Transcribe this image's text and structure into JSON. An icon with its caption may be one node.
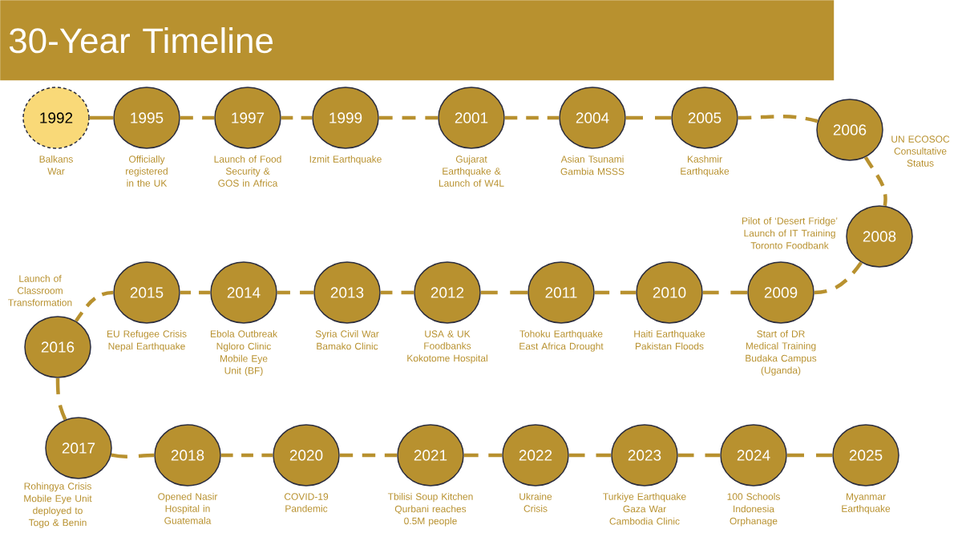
{
  "diagram": {
    "title": "30-Year Timeline",
    "nodes": [
      {
        "text": [
          "1992"
        ],
        "beside": [
          "Balkans War"
        ]
      },
      {
        "text": [
          "1995"
        ],
        "beside": [
          "Officially registered in the UK"
        ]
      },
      {
        "text": [
          "1997"
        ],
        "beside": [
          "Launch of Food Security & GOS in Africa"
        ]
      },
      {
        "text": [
          "1999"
        ],
        "beside": [
          "Izmit Earthquake"
        ]
      },
      {
        "text": [
          "2001"
        ],
        "beside": [
          "Gujarat Earthquake & Launch of W4L"
        ]
      },
      {
        "text": [
          "2004"
        ],
        "beside": [
          "Asian Tsunami",
          "Gambia MSSS"
        ]
      },
      {
        "text": [
          "2005"
        ],
        "beside": [
          "Kashmir Earthquake"
        ]
      },
      {
        "text": [
          "2006"
        ],
        "beside": [
          "UN ECOSOC Consultative Status"
        ]
      },
      {
        "text": [
          "2008"
        ],
        "beside": [
          "Pilot of ‘Desert Fridge’",
          "Launch of IT Training",
          "Toronto Foodbank"
        ]
      },
      {
        "text": [
          "2009"
        ],
        "beside": [
          "Start of DR Medical Training",
          "Budaka Campus (Uganda)"
        ]
      },
      {
        "text": [
          "2010"
        ],
        "beside": [
          "Haiti Earthquake",
          "Pakistan Floods"
        ]
      },
      {
        "text": [
          "2011"
        ],
        "beside": [
          "Tohoku Earthquake",
          "East Africa Drought"
        ]
      },
      {
        "text": [
          "2012"
        ],
        "beside": [
          "USA & UK Foodbanks",
          "Kokotome Hospital"
        ]
      },
      {
        "text": [
          "2013"
        ],
        "beside": [
          "Syria Civil War",
          "Bamako Clinic"
        ]
      },
      {
        "text": [
          "2014"
        ],
        "beside": [
          "Ebola Outbreak",
          "Ngloro Clinic",
          "Mobile Eye Unit (BF)"
        ]
      },
      {
        "text": [
          "2015"
        ],
        "beside": [
          "EU Refugee Crisis",
          "Nepal Earthquake"
        ]
      },
      {
        "text": [
          "2016"
        ],
        "beside": [
          "Launch of Classroom Transformation"
        ]
      },
      {
        "text": [
          "2017"
        ],
        "beside": [
          "Rohingya Crisis",
          "Mobile Eye Unit deployed to Togo & Benin"
        ]
      },
      {
        "text": [
          "2018"
        ],
        "beside": [
          "Opened Nasir Hospital in Guatemala"
        ]
      },
      {
        "text": [
          "2020"
        ],
        "beside": [
          "COVID-19 Pandemic"
        ]
      },
      {
        "text": [
          "2021"
        ],
        "beside": [
          "Tbilisi Soup Kitchen",
          "Qurbani reaches 0.5M people"
        ]
      },
      {
        "text": [
          "2022"
        ],
        "beside": [
          "Ukraine Crisis"
        ]
      },
      {
        "text": [
          "2023"
        ],
        "beside": [
          "Turkiye Earthquake",
          "Gaza War",
          "Cambodia Clinic"
        ]
      },
      {
        "text": [
          "2024"
        ],
        "beside": [
          "100 Schools",
          "Indonesia Orphanage"
        ]
      },
      {
        "text": [
          "2025"
        ],
        "beside": [
          "Myanmar Earthquake"
        ]
      }
    ],
    "edges": [
      {
        "from": 0,
        "to": 1,
        "arrow": "none",
        "style": "dashed"
      },
      {
        "from": 1,
        "to": 2,
        "arrow": "none",
        "style": "dashed"
      },
      {
        "from": 2,
        "to": 3,
        "arrow": "none",
        "style": "dashed"
      },
      {
        "from": 3,
        "to": 4,
        "arrow": "none",
        "style": "dashed"
      },
      {
        "from": 4,
        "to": 5,
        "arrow": "none",
        "style": "dashed"
      },
      {
        "from": 5,
        "to": 6,
        "arrow": "none",
        "style": "dashed"
      },
      {
        "from": 6,
        "to": 7,
        "arrow": "none",
        "style": "dashed"
      },
      {
        "from": 7,
        "to": 8,
        "arrow": "none",
        "style": "dashed"
      },
      {
        "from": 8,
        "to": 9,
        "arrow": "none",
        "style": "dashed"
      },
      {
        "from": 9,
        "to": 10,
        "arrow": "none",
        "style": "dashed"
      },
      {
        "from": 10,
        "to": 11,
        "arrow": "none",
        "style": "dashed"
      },
      {
        "from": 11,
        "to": 12,
        "arrow": "none",
        "style": "dashed"
      },
      {
        "from": 12,
        "to": 13,
        "arrow": "none",
        "style": "dashed"
      },
      {
        "from": 13,
        "to": 14,
        "arrow": "none",
        "style": "dashed"
      },
      {
        "from": 14,
        "to": 15,
        "arrow": "none",
        "style": "dashed"
      },
      {
        "from": 15,
        "to": 16,
        "arrow": "none",
        "style": "dashed"
      },
      {
        "from": 16,
        "to": 17,
        "arrow": "none",
        "style": "dashed"
      },
      {
        "from": 17,
        "to": 18,
        "arrow": "none",
        "style": "dashed"
      },
      {
        "from": 18,
        "to": 19,
        "arrow": "none",
        "style": "dashed"
      },
      {
        "from": 19,
        "to": 20,
        "arrow": "none",
        "style": "dashed"
      },
      {
        "from": 20,
        "to": 21,
        "arrow": "none",
        "style": "dashed"
      },
      {
        "from": 21,
        "to": 22,
        "arrow": "none",
        "style": "dashed"
      },
      {
        "from": 22,
        "to": 23,
        "arrow": "none",
        "style": "dashed"
      },
      {
        "from": 23,
        "to": 24,
        "arrow": "none",
        "style": "dashed"
      }
    ]
  }
}
